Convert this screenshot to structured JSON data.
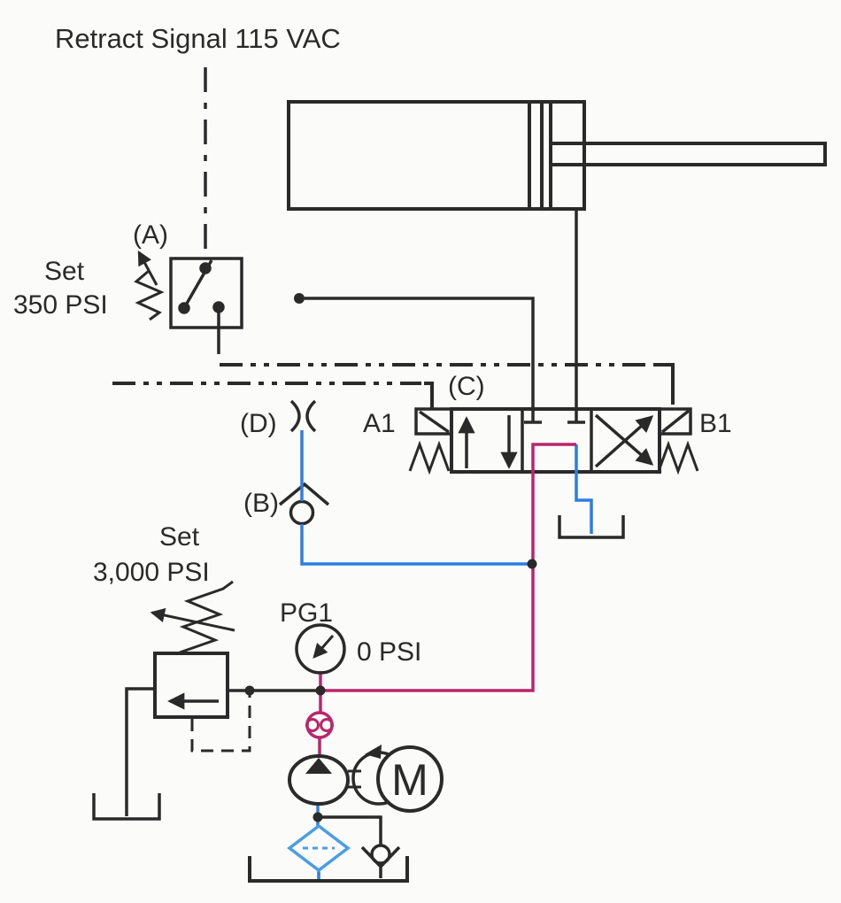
{
  "signal": {
    "label": "Retract Signal 115 VAC"
  },
  "pressure_switch": {
    "tag": "(A)",
    "set_label": "Set",
    "set_value": "350 PSI"
  },
  "orifice": {
    "tag": "(D)"
  },
  "check_valve": {
    "tag": "(B)"
  },
  "directional_valve": {
    "tag": "(C)",
    "left_solenoid": "A1",
    "right_solenoid": "B1"
  },
  "relief_valve": {
    "set_label": "Set",
    "set_value": "3,000 PSI"
  },
  "gauge": {
    "tag": "PG1",
    "reading": "0 PSI"
  },
  "motor": {
    "letter": "M"
  },
  "colors": {
    "pressure_line": "#b9266b",
    "return_line": "#2e7de2",
    "filter_blue": "#4b9de8",
    "ink": "#2a2a2a",
    "background": "#fbfbf9"
  }
}
